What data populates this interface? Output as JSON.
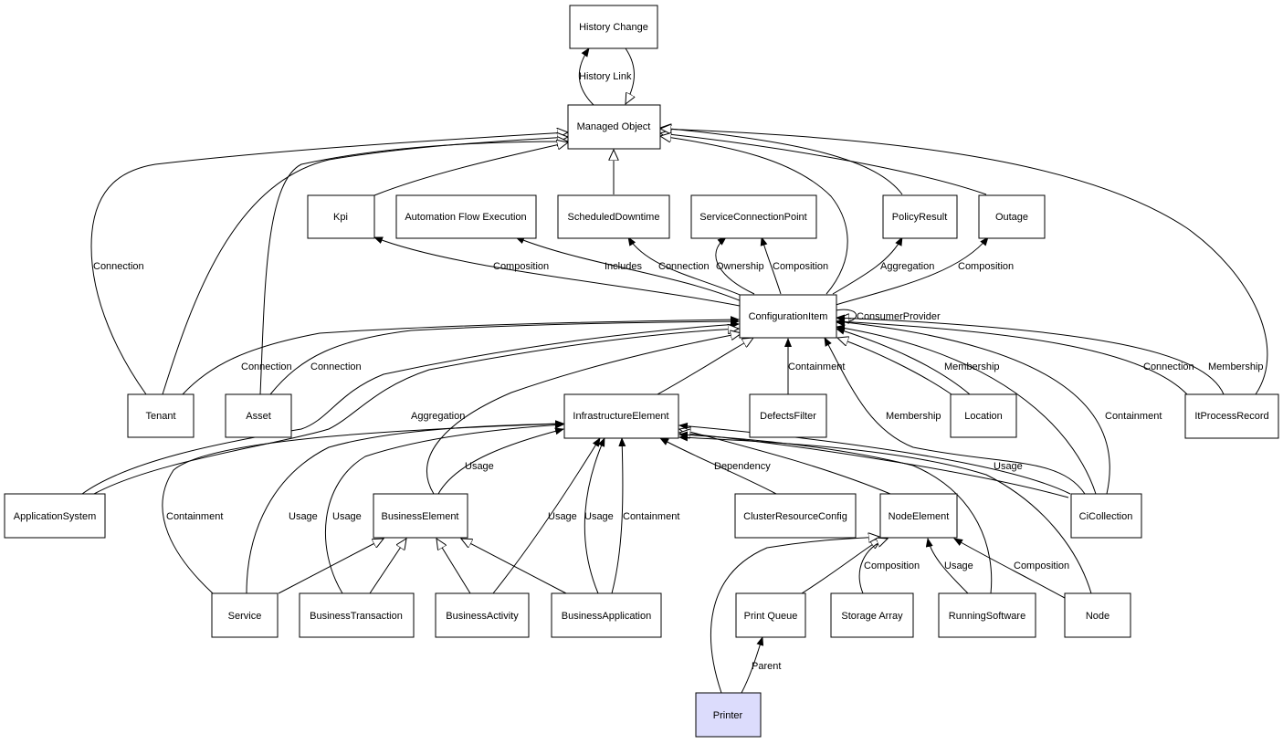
{
  "colors": {
    "line": "#000000",
    "node_fill": "#ffffff",
    "highlight_fill": "#dcdcfc"
  },
  "nodes": {
    "history_change": "History Change",
    "managed_object": "Managed Object",
    "kpi": "Kpi",
    "automation_flow_execution": "Automation Flow Execution",
    "scheduled_downtime": "ScheduledDowntime",
    "service_connection_point": "ServiceConnectionPoint",
    "policy_result": "PolicyResult",
    "outage": "Outage",
    "configuration_item": "ConfigurationItem",
    "tenant": "Tenant",
    "asset": "Asset",
    "infrastructure_element": "InfrastructureElement",
    "defects_filter": "DefectsFilter",
    "location": "Location",
    "it_process_record": "ItProcessRecord",
    "application_system": "ApplicationSystem",
    "business_element": "BusinessElement",
    "cluster_resource_config": "ClusterResourceConfig",
    "node_element": "NodeElement",
    "ci_collection": "CiCollection",
    "service": "Service",
    "business_transaction": "BusinessTransaction",
    "business_activity": "BusinessActivity",
    "business_application": "BusinessApplication",
    "print_queue": "Print Queue",
    "storage_array": "Storage Array",
    "running_software": "RunningSoftware",
    "node": "Node",
    "printer": "Printer"
  },
  "edges": {
    "history_link": "History Link",
    "tenant_connection": "Connection",
    "kpi_composition": "Composition",
    "afe_includes": "Includes",
    "sd_connection": "Connection",
    "scp_ownership": "Ownership",
    "scp_composition": "Composition",
    "policy_aggregation": "Aggregation",
    "outage_composition": "Composition",
    "consumer_provider": "ConsumerProvider",
    "tenant_ci_connection": "Connection",
    "asset_ci_connection": "Connection",
    "defects_containment": "Containment",
    "location_membership": "Membership",
    "itpr_connection": "Connection",
    "itpr_membership": "Membership",
    "appsys_aggregation": "Aggregation",
    "ci_collection_membership": "Membership",
    "ci_collection_containment": "Containment",
    "business_element_usage": "Usage",
    "cluster_dependency": "Dependency",
    "ci_collection_usage": "Usage",
    "service_containment": "Containment",
    "service_usage": "Usage",
    "bt_usage": "Usage",
    "ba_usage": "Usage",
    "bapp_usage": "Usage",
    "bapp_containment": "Containment",
    "storage_composition": "Composition",
    "running_usage": "Usage",
    "node_composition": "Composition",
    "printer_parent": "Parent"
  }
}
